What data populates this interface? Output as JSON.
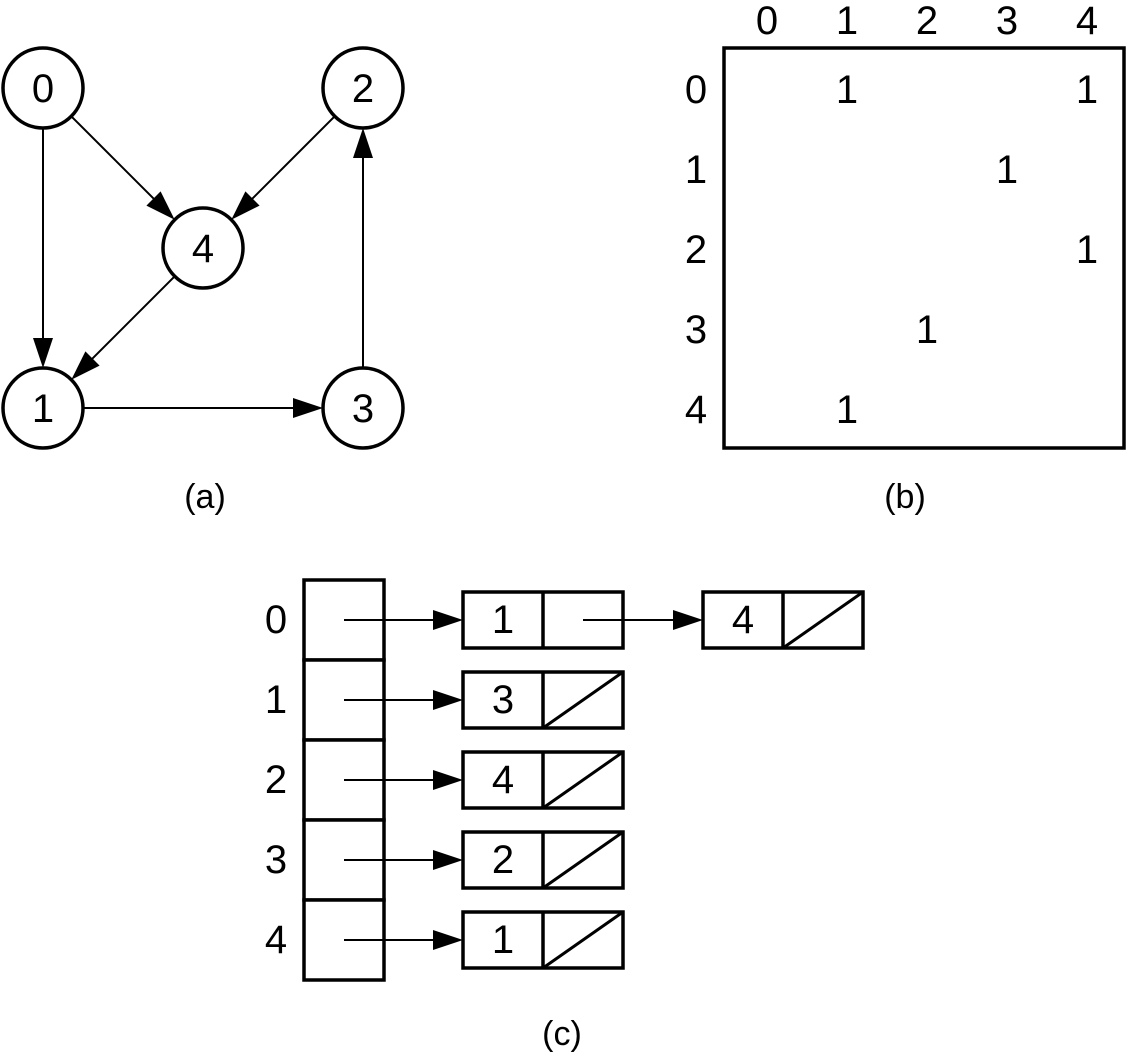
{
  "graph": {
    "nodes": [
      {
        "id": "0",
        "label": "0"
      },
      {
        "id": "1",
        "label": "1"
      },
      {
        "id": "2",
        "label": "2"
      },
      {
        "id": "3",
        "label": "3"
      },
      {
        "id": "4",
        "label": "4"
      }
    ],
    "edges": [
      {
        "from": "0",
        "to": "1"
      },
      {
        "from": "0",
        "to": "4"
      },
      {
        "from": "2",
        "to": "4"
      },
      {
        "from": "4",
        "to": "1"
      },
      {
        "from": "1",
        "to": "3"
      },
      {
        "from": "3",
        "to": "2"
      }
    ],
    "caption": "(a)"
  },
  "matrix": {
    "col_headers": [
      "0",
      "1",
      "2",
      "3",
      "4"
    ],
    "row_headers": [
      "0",
      "1",
      "2",
      "3",
      "4"
    ],
    "cells": [
      [
        "",
        "1",
        "",
        "",
        "1"
      ],
      [
        "",
        "",
        "",
        "1",
        ""
      ],
      [
        "",
        "",
        "",
        "",
        "1"
      ],
      [
        "",
        "",
        "1",
        "",
        ""
      ],
      [
        "",
        "1",
        "",
        "",
        ""
      ]
    ],
    "caption": "(b)"
  },
  "lists": {
    "row_labels": [
      "0",
      "1",
      "2",
      "3",
      "4"
    ],
    "rows": [
      [
        "1",
        "4"
      ],
      [
        "3"
      ],
      [
        "4"
      ],
      [
        "2"
      ],
      [
        "1"
      ]
    ],
    "caption": "(c)"
  }
}
